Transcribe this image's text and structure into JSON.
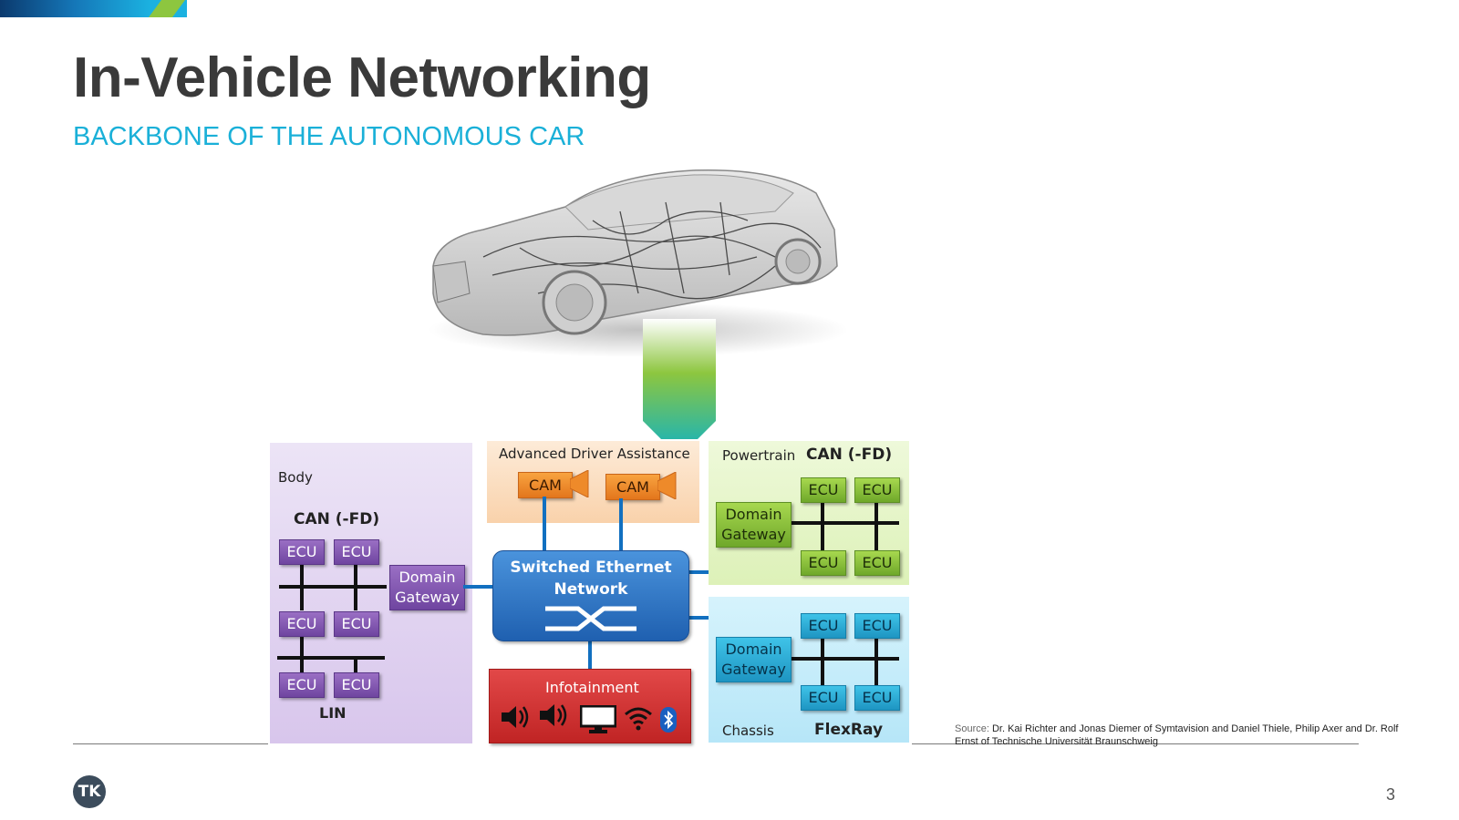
{
  "header": {
    "title": "In-Vehicle Networking",
    "subtitle": "BACKBONE OF THE AUTONOMOUS CAR"
  },
  "diagram": {
    "body": {
      "label": "Body",
      "bus_top": "CAN (-FD)",
      "bus_bottom": "LIN",
      "ecu_row1": [
        "ECU",
        "ECU"
      ],
      "ecu_row2": [
        "ECU",
        "ECU"
      ],
      "ecu_row3": [
        "ECU",
        "ECU"
      ],
      "gateway": "Domain Gateway"
    },
    "adas": {
      "label": "Advanced Driver Assistance",
      "cams": [
        "CAM",
        "CAM"
      ]
    },
    "switch": {
      "label_line1": "Switched Ethernet",
      "label_line2": "Network"
    },
    "infotainment": {
      "label": "Infotainment",
      "icons": [
        "speaker-icon",
        "speaker-icon",
        "monitor-icon",
        "wifi-icon",
        "bluetooth-icon"
      ]
    },
    "powertrain": {
      "label": "Powertrain",
      "bus": "CAN (-FD)",
      "gateway": "Domain Gateway",
      "ecus_top": [
        "ECU",
        "ECU"
      ],
      "ecus_bottom": [
        "ECU",
        "ECU"
      ]
    },
    "chassis": {
      "label": "Chassis",
      "bus": "FlexRay",
      "gateway": "Domain Gateway",
      "ecus_top": [
        "ECU",
        "ECU"
      ],
      "ecus_bottom": [
        "ECU",
        "ECU"
      ]
    }
  },
  "footer": {
    "source_label": "Source:",
    "source_text": "Dr. Kai Richter and Jonas Diemer of Symtavision and Daniel Thiele, Philip Axer and Dr. Rolf Ernst of Technische Universität Braunschweig",
    "page_number": "3",
    "logo_text": "TK"
  },
  "colors": {
    "title": "#3a3a3a",
    "subtitle": "#1ab0d8",
    "body_panel": "#e4d8f2",
    "adas_panel": "#fce0c6",
    "powertrain_panel": "#eaf7d2",
    "chassis_panel": "#c9eefb",
    "infotainment": "#d93a3a",
    "switch": "#2f78c8"
  }
}
